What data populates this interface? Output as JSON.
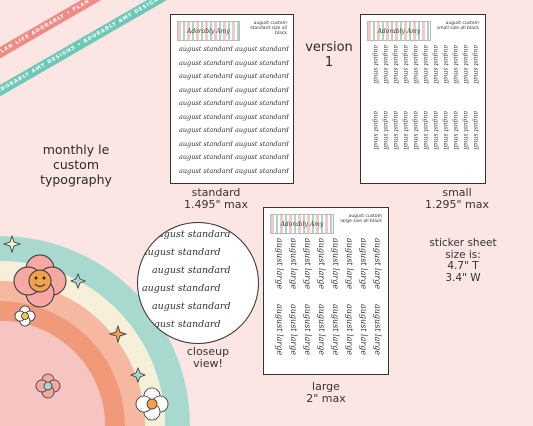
{
  "ribbons": {
    "pink_text": "PLAN LIFE ADORABLY • PLAN LIFE ADORABLY • PLAN LIFE AD",
    "teal_text": "ADORABLY AMY DESIGNS • ADORABLY AMY DESIGNS •",
    "colors": {
      "pink": "#f08a86",
      "teal": "#6fc8b6"
    }
  },
  "title": {
    "line1": "monthly le",
    "line2": "custom",
    "line3": "typography"
  },
  "version": {
    "line1": "version",
    "line2": "1"
  },
  "sheets": {
    "header_logo": "Adorably Amy",
    "standard": {
      "header_title": "august custom standard size all black",
      "sticker_text": "august standard",
      "caption_line1": "standard",
      "caption_line2": "1.495\" max"
    },
    "small": {
      "header_title": "august custom small size all black",
      "sticker_text": "august small",
      "caption_line1": "small",
      "caption_line2": "1.295\" max"
    },
    "large": {
      "header_title": "august custom large size all black",
      "sticker_text": "august large",
      "caption_line1": "large",
      "caption_line2": "2\" max"
    }
  },
  "closeup": {
    "sticker_text": "august standard",
    "caption_line1": "closeup",
    "caption_line2": "view!"
  },
  "sticker_info": {
    "line1": "sticker sheet",
    "line2": "size is:",
    "line3": "4.7\" T",
    "line4": "3.4\" W"
  },
  "colors": {
    "background": "#fbe6e4",
    "rainbow_teal": "#a8d9cf",
    "rainbow_cream": "#f6efda",
    "rainbow_peach": "#f6b8a0",
    "rainbow_coral": "#f09a7a",
    "rainbow_pink": "#f6c4c1"
  }
}
